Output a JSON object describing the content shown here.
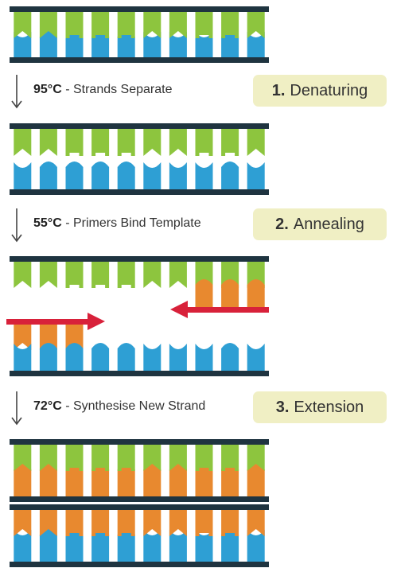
{
  "colors": {
    "backbone": "#1f3440",
    "template_base": "#2e9fd4",
    "old_strand_base": "#8dc53e",
    "new_strand_base": "#e8892f",
    "primer_arrow": "#d8213a",
    "badge_background": "#f0efc4"
  },
  "steps": [
    {
      "temperature": "95°C",
      "description": " - Strands Separate",
      "badge_number": "1.",
      "badge_label": "Denaturing"
    },
    {
      "temperature": "55°C",
      "description": " - Primers Bind Template",
      "badge_number": "2.",
      "badge_label": "Annealing"
    },
    {
      "temperature": "72°C",
      "description": " - Synthesise New Strand",
      "badge_number": "3.",
      "badge_label": "Extension"
    }
  ],
  "icons": {
    "step_arrow": "arrow-down-icon",
    "primer_arrow": "arrow-right-icon"
  }
}
